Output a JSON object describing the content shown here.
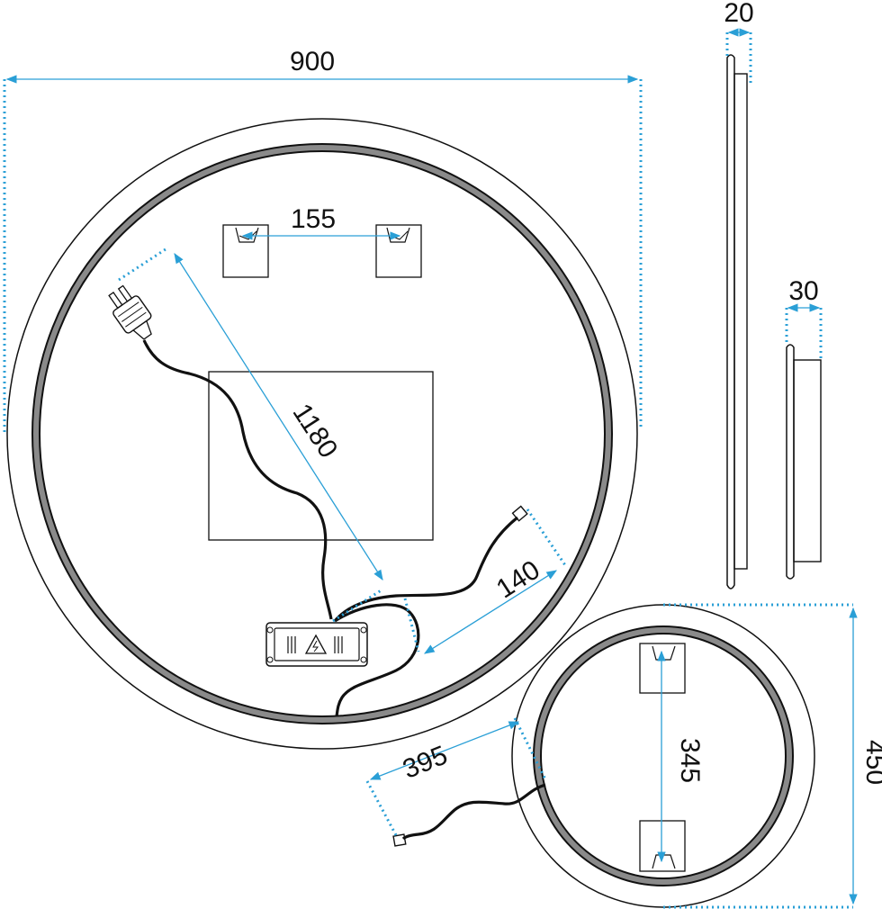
{
  "dimensions": {
    "width_large": "900",
    "bracket_spacing": "155",
    "cable_length": "1180",
    "cable_end": "140",
    "depth_mirror": "20",
    "depth_bracket": "30",
    "small_diameter": "450",
    "small_bracket_spacing": "345",
    "small_cable_length": "395"
  },
  "colors": {
    "dimension_line": "#2a9fd6",
    "outline": "#111111",
    "led_ring": "#888888"
  },
  "icons": [
    "power-plug-icon",
    "warning-triangle-icon",
    "connector-icon",
    "mounting-bracket-icon"
  ]
}
